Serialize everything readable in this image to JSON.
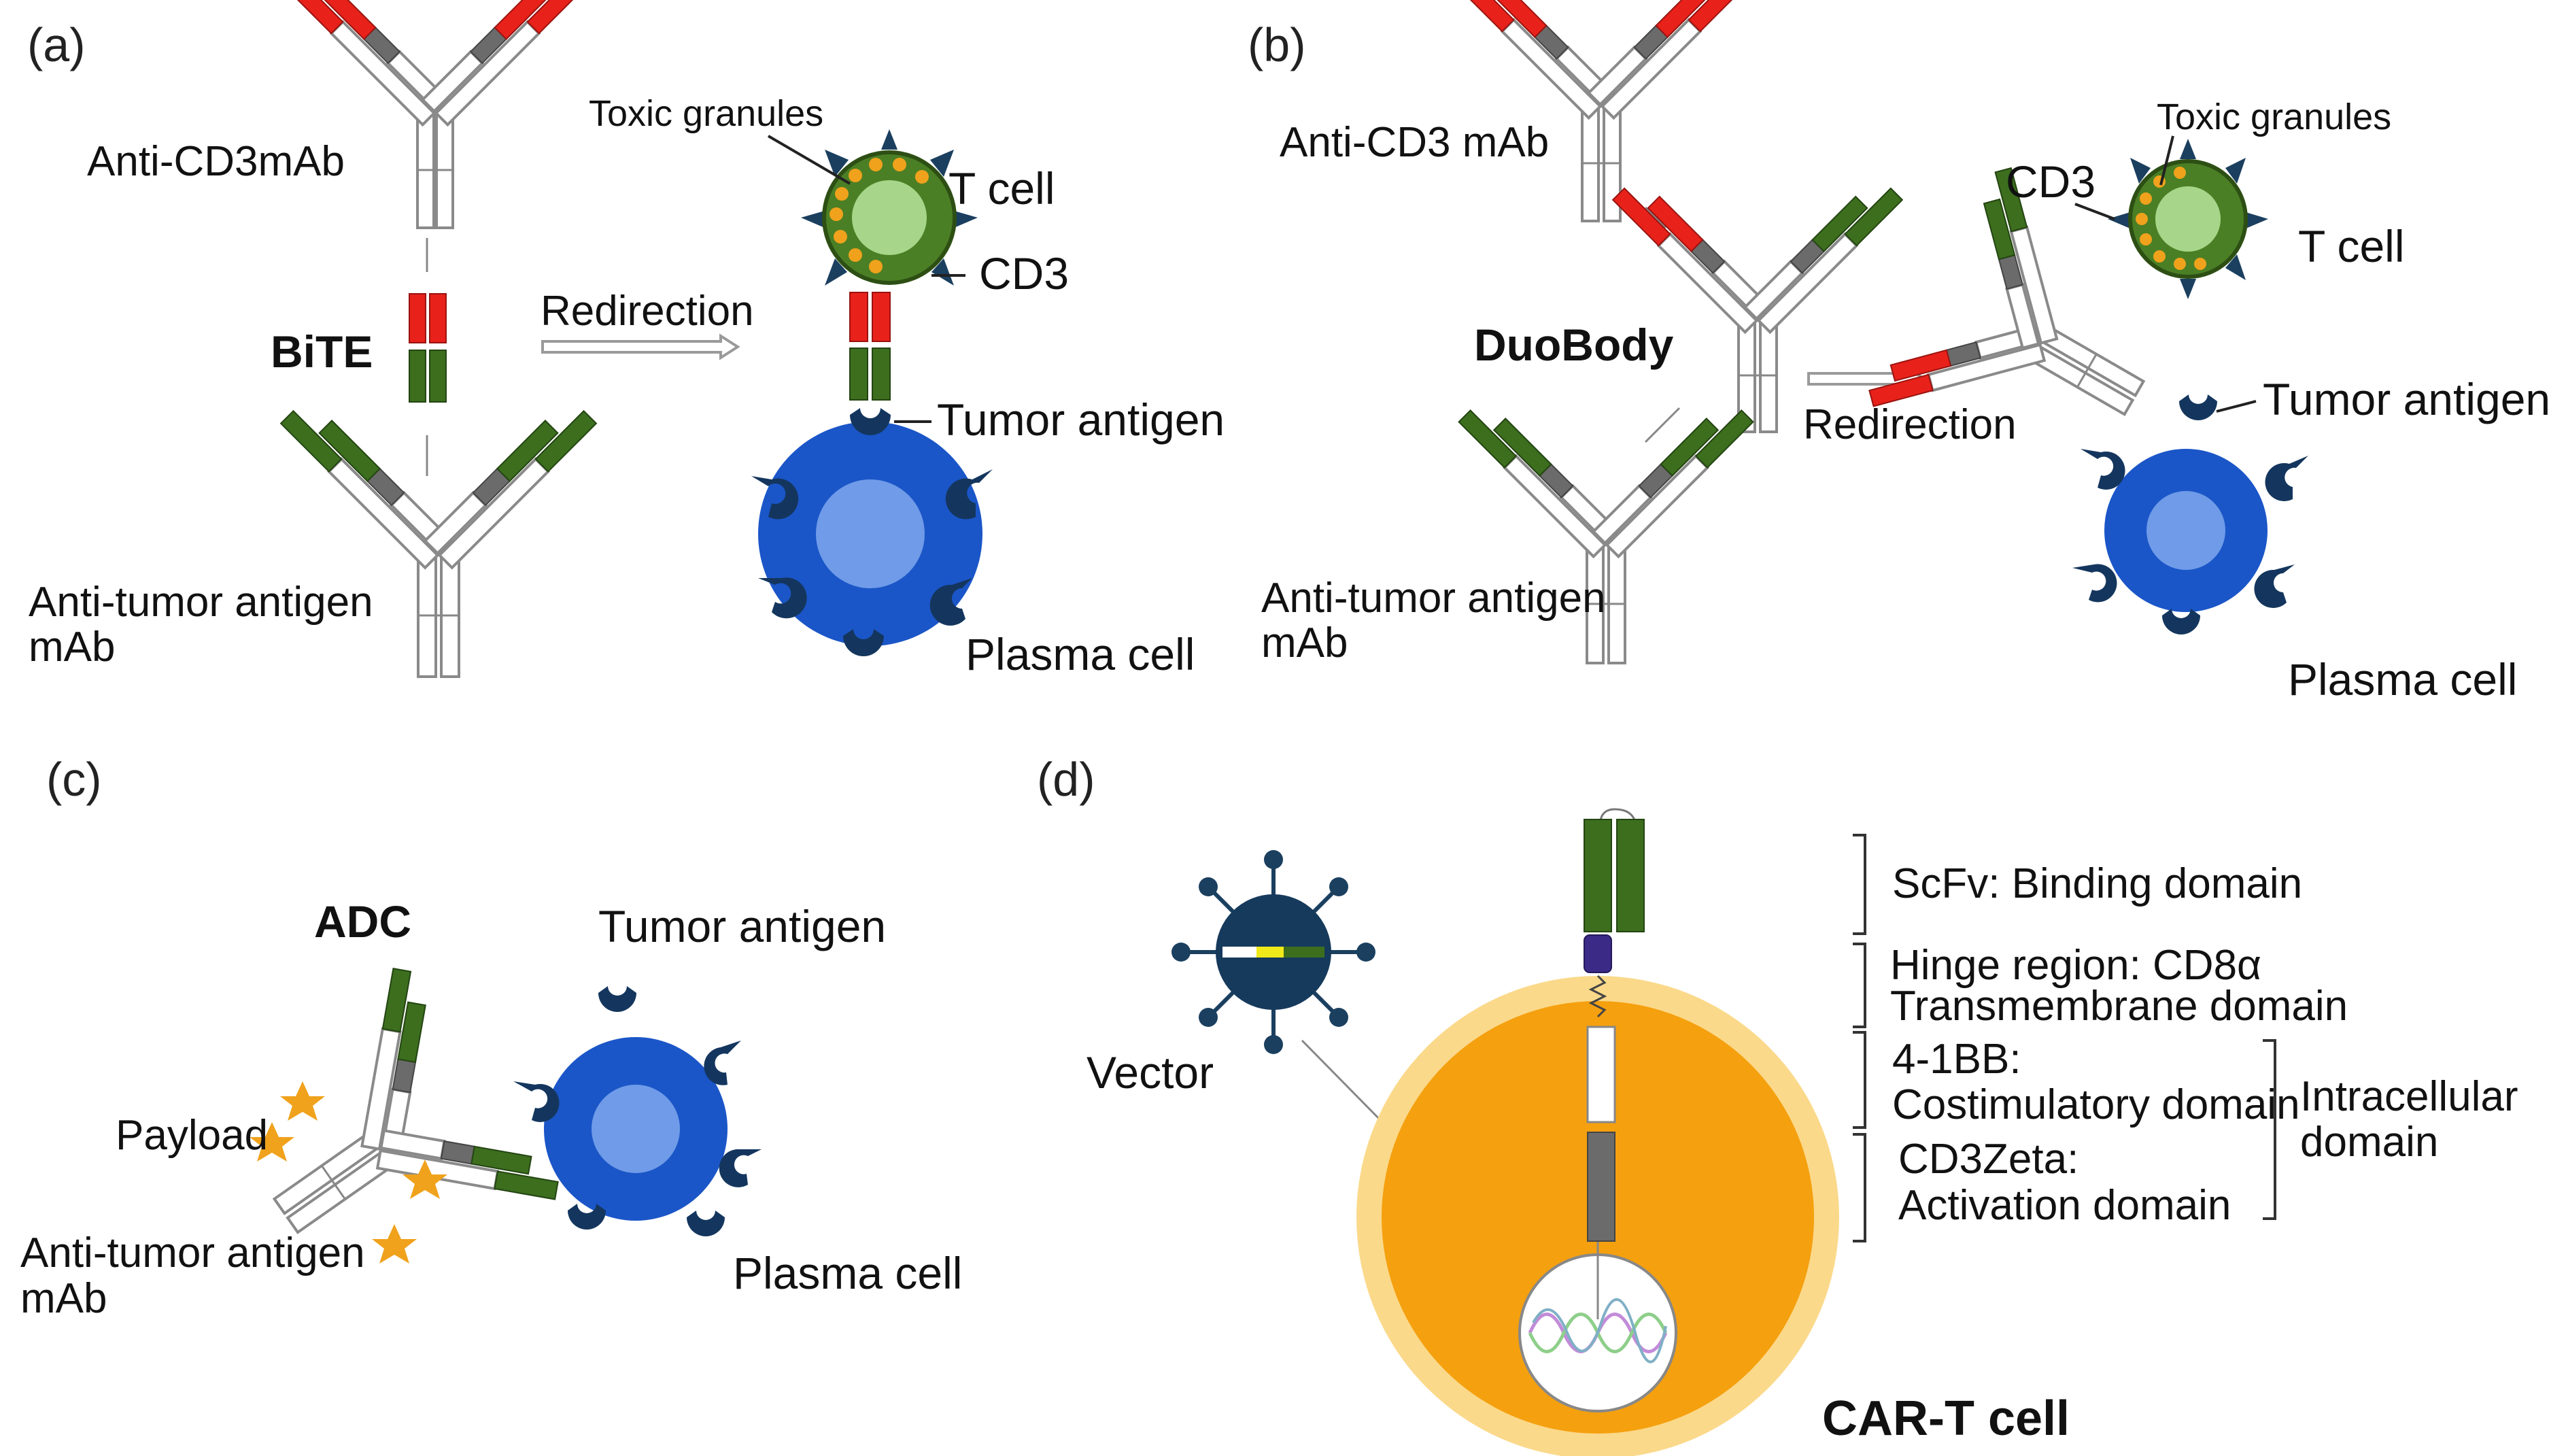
{
  "panels": {
    "a": {
      "letter": "(a)",
      "anti_cd3": "Anti-CD3mAb",
      "toxic": "Toxic granules",
      "tcell": "T cell",
      "cd3": "CD3",
      "bite": "BiTE",
      "redirection": "Redirection",
      "tumor_antigen": "Tumor antigen",
      "anti_tumor_1": "Anti-tumor antigen",
      "anti_tumor_2": "mAb",
      "plasma": "Plasma cell"
    },
    "b": {
      "letter": "(b)",
      "anti_cd3": "Anti-CD3 mAb",
      "toxic": "Toxic granules",
      "cd3": "CD3",
      "tcell": "T cell",
      "duobody": "DuoBody",
      "redirection": "Redirection",
      "tumor_antigen": "Tumor antigen",
      "anti_tumor_1": "Anti-tumor antigen",
      "anti_tumor_2": "mAb",
      "plasma": "Plasma cell"
    },
    "c": {
      "letter": "(c)",
      "adc": "ADC",
      "tumor_antigen": "Tumor antigen",
      "payload": "Payload",
      "anti_tumor_1": "Anti-tumor antigen",
      "anti_tumor_2": "mAb",
      "plasma": "Plasma cell"
    },
    "d": {
      "letter": "(d)",
      "vector": "Vector",
      "scfv": "ScFv: Binding domain",
      "hinge": "Hinge region: CD8α",
      "transmembrane": "Transmembrane domain",
      "bb_1": "4-1BB:",
      "bb_2": "Costimulatory domain",
      "zeta_1": "CD3Zeta:",
      "zeta_2": "Activation domain",
      "intra_1": "Intracellular",
      "intra_2": "domain",
      "cart": "CAR-T cell"
    }
  },
  "colors": {
    "cd3_binding_region": "#e8221b",
    "tumor_binding_region": "#3c6e1e",
    "constant_region": "#6b6b6b",
    "tumor_cell": "#1b56c8",
    "tumor_antigen": "#14365e",
    "t_cell": "#4b7f25",
    "granules": "#f0a21c",
    "payload": "#f0a21c",
    "car_t_cytoplasm": "#f5a00f",
    "car_t_membrane": "#fbd98a",
    "hinge_region": "#3b2a86"
  }
}
